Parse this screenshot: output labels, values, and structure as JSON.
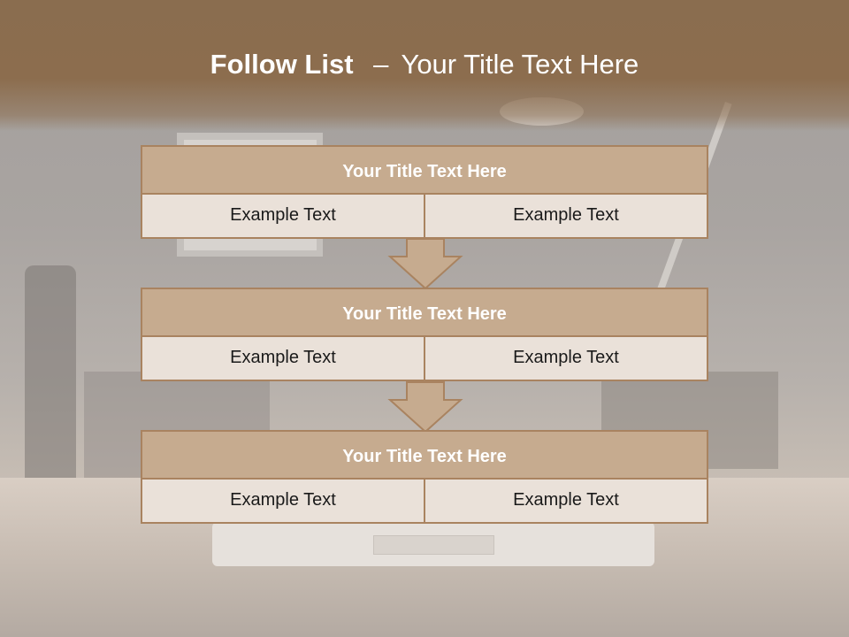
{
  "slide": {
    "title_bold": "Follow List",
    "title_separator": "–",
    "title_rest": "Your Title Text Here"
  },
  "blocks": [
    {
      "title": "Your Title Text Here",
      "left": "Example Text",
      "right": "Example Text"
    },
    {
      "title": "Your Title Text Here",
      "left": "Example Text",
      "right": "Example Text"
    },
    {
      "title": "Your Title Text Here",
      "left": "Example Text",
      "right": "Example Text"
    }
  ],
  "icons": {
    "connector": "down-arrow-icon"
  },
  "colors": {
    "header": "#8a6d4f",
    "block_title_fill": "#c6ab8f",
    "block_border": "#a98360",
    "cell_fill": "#eae1d9",
    "arrow_fill": "#c6ab8f"
  }
}
